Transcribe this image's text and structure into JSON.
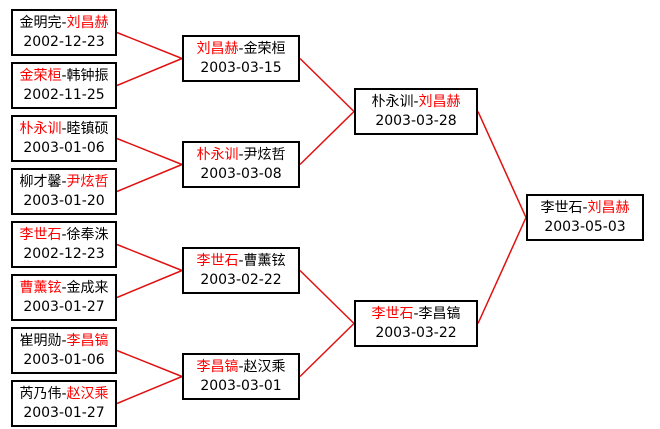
{
  "colors": {
    "winner": "#ff0000",
    "connector": "#e01010",
    "border": "#000000",
    "text": "#000000"
  },
  "matches": [
    {
      "id": "r1m1",
      "p1": "金明完",
      "p2": "刘昌赫",
      "winner": "p2",
      "date": "2002-12-23"
    },
    {
      "id": "r1m2",
      "p1": "金荣桓",
      "p2": "韩钟振",
      "winner": "p1",
      "date": "2002-11-25"
    },
    {
      "id": "r1m3",
      "p1": "朴永训",
      "p2": "睦镇硕",
      "winner": "p1",
      "date": "2003-01-06"
    },
    {
      "id": "r1m4",
      "p1": "柳才馨",
      "p2": "尹炫哲",
      "winner": "p2",
      "date": "2003-01-20"
    },
    {
      "id": "r1m5",
      "p1": "李世石",
      "p2": "徐奉洙",
      "winner": "p1",
      "date": "2002-12-23"
    },
    {
      "id": "r1m6",
      "p1": "曹薰铉",
      "p2": "金成来",
      "winner": "p1",
      "date": "2003-01-27"
    },
    {
      "id": "r1m7",
      "p1": "崔明勋",
      "p2": "李昌镐",
      "winner": "p2",
      "date": "2003-01-06"
    },
    {
      "id": "r1m8",
      "p1": "芮乃伟",
      "p2": "赵汉乘",
      "winner": "p2",
      "date": "2003-01-27"
    },
    {
      "id": "r2m1",
      "p1": "刘昌赫",
      "p2": "金荣桓",
      "winner": "p1",
      "date": "2003-03-15"
    },
    {
      "id": "r2m2",
      "p1": "朴永训",
      "p2": "尹炫哲",
      "winner": "p1",
      "date": "2003-03-08"
    },
    {
      "id": "r2m3",
      "p1": "李世石",
      "p2": "曹薰铉",
      "winner": "p1",
      "date": "2003-02-22"
    },
    {
      "id": "r2m4",
      "p1": "李昌镐",
      "p2": "赵汉乘",
      "winner": "p1",
      "date": "2003-03-01"
    },
    {
      "id": "r3m1",
      "p1": "朴永训",
      "p2": "刘昌赫",
      "winner": "p2",
      "date": "2003-03-28"
    },
    {
      "id": "r3m2",
      "p1": "李世石",
      "p2": "李昌镐",
      "winner": "p1",
      "date": "2003-03-22"
    },
    {
      "id": "final",
      "p1": "李世石",
      "p2": "刘昌赫",
      "winner": "p2",
      "date": "2003-05-03"
    }
  ],
  "connections": [
    [
      "r1m1",
      "r2m1"
    ],
    [
      "r1m2",
      "r2m1"
    ],
    [
      "r1m3",
      "r2m2"
    ],
    [
      "r1m4",
      "r2m2"
    ],
    [
      "r1m5",
      "r2m3"
    ],
    [
      "r1m6",
      "r2m3"
    ],
    [
      "r1m7",
      "r2m4"
    ],
    [
      "r1m8",
      "r2m4"
    ],
    [
      "r2m1",
      "r3m1"
    ],
    [
      "r2m2",
      "r3m1"
    ],
    [
      "r2m3",
      "r3m2"
    ],
    [
      "r2m4",
      "r3m2"
    ],
    [
      "r3m1",
      "final"
    ],
    [
      "r3m2",
      "final"
    ]
  ]
}
